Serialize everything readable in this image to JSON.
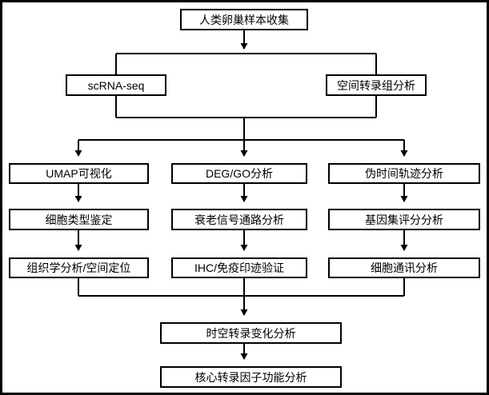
{
  "diagram": {
    "type": "flowchart",
    "language": "zh-CN",
    "colors": {
      "background": "#ffffff",
      "node_fill": "#ffffff",
      "node_border": "#000000",
      "line": "#000000",
      "text": "#000000"
    },
    "nodes": {
      "collect": {
        "label": "人类卵巢样本收集"
      },
      "scrna": {
        "label": "scRNA-seq"
      },
      "spatial": {
        "label": "空间转录组分析"
      },
      "umap": {
        "label": "UMAP可视化"
      },
      "deg": {
        "label": "DEG/GO分析"
      },
      "pseudotime": {
        "label": "伪时间轨迹分析"
      },
      "celltype": {
        "label": "细胞类型鉴定"
      },
      "senescence": {
        "label": "衰老信号通路分析"
      },
      "genescore": {
        "label": "基因集评分分析"
      },
      "histology": {
        "label": "组织学分析/空间定位"
      },
      "ihc": {
        "label": "IHC/免疫印迹验证"
      },
      "cellcomm": {
        "label": "细胞通讯分析"
      },
      "spatiotemporal": {
        "label": "时空转录变化分析"
      },
      "tf": {
        "label": "核心转录因子功能分析"
      }
    },
    "edges": [
      {
        "from": "collect",
        "to": "scrna"
      },
      {
        "from": "collect",
        "to": "spatial"
      },
      {
        "from": "scrna",
        "to": "umap"
      },
      {
        "from": "scrna",
        "to": "deg"
      },
      {
        "from": "scrna",
        "to": "pseudotime"
      },
      {
        "from": "spatial",
        "to": "umap"
      },
      {
        "from": "spatial",
        "to": "deg"
      },
      {
        "from": "spatial",
        "to": "pseudotime"
      },
      {
        "from": "umap",
        "to": "celltype"
      },
      {
        "from": "celltype",
        "to": "histology"
      },
      {
        "from": "deg",
        "to": "senescence"
      },
      {
        "from": "senescence",
        "to": "ihc"
      },
      {
        "from": "pseudotime",
        "to": "genescore"
      },
      {
        "from": "genescore",
        "to": "cellcomm"
      },
      {
        "from": "histology",
        "to": "spatiotemporal"
      },
      {
        "from": "ihc",
        "to": "spatiotemporal"
      },
      {
        "from": "cellcomm",
        "to": "spatiotemporal"
      },
      {
        "from": "spatiotemporal",
        "to": "tf"
      }
    ]
  }
}
